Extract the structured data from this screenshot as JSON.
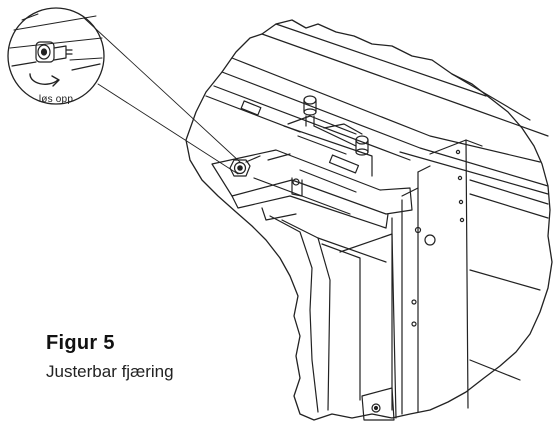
{
  "callout": {
    "label": "løs opp"
  },
  "figure": {
    "title": "Figur 5",
    "caption": "Justerbar fjæring"
  },
  "colors": {
    "line": "#222222",
    "paper": "#ffffff"
  }
}
